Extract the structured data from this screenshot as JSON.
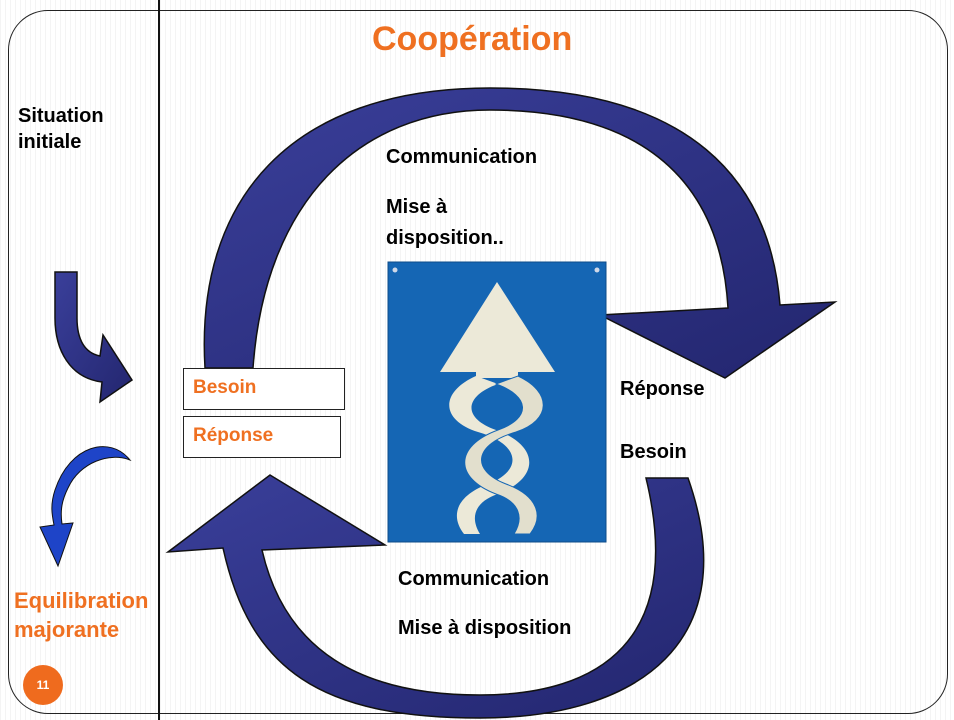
{
  "slide": {
    "title": "Coopération",
    "situation_initiale": "Situation initiale",
    "equilibration": "Equilibration majorante",
    "page_number": "11"
  },
  "cycle": {
    "top_line1": "Communication",
    "top_line2": "Mise à disposition..",
    "right_line1": "Réponse",
    "right_line2": "Besoin",
    "bottom_line1": "Communication",
    "bottom_line2": "Mise à disposition"
  },
  "boxes": {
    "besoin": "Besoin",
    "reponse": "Réponse"
  },
  "colors": {
    "accent": "#ef7021",
    "arrow": "#2b2f86",
    "sign_blue": "#1566b4",
    "sign_arrow": "#ece9d8"
  }
}
